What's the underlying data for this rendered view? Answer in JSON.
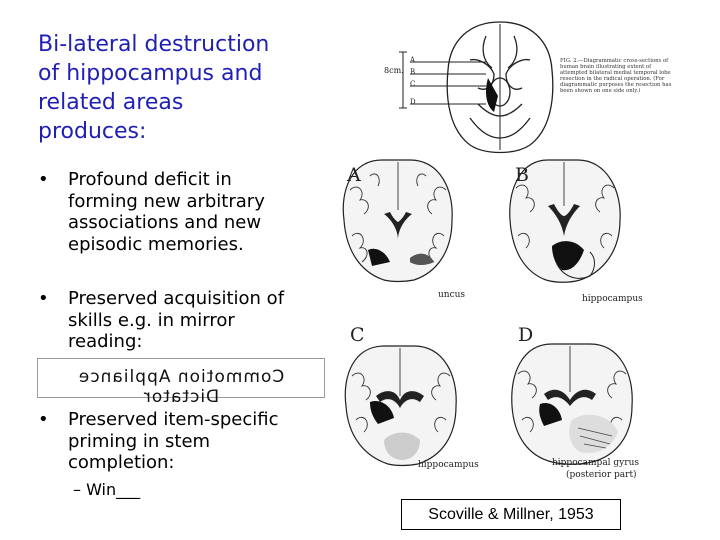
{
  "slide": {
    "title_lines": [
      "Bi-lateral destruction",
      "of hippocampus and",
      "related areas",
      "produces:"
    ],
    "bullets": [
      {
        "lines": [
          "Profound deficit in",
          "forming new arbitrary",
          "associations and new",
          "episodic memories."
        ]
      },
      {
        "lines": [
          "Preserved acquisition of",
          "skills e.g. in mirror",
          "reading:"
        ]
      },
      {
        "lines": [
          "Preserved item-specific",
          "priming in stem",
          "completion:"
        ]
      }
    ],
    "bullet_glyph": "•",
    "sub_bullet": "– Win___",
    "mirror_text": "Commotion Appliance Dictator",
    "citation": "Scoville & Millner, 1953"
  },
  "figure": {
    "caption": "FIG. 2.—Diagrammatic cross-sections of human brain illustrating extent of attempted bilateral medial temporal lobe resection in the radical operation. (For diagrammatic purposes the resection has been shown on one side only.)",
    "scale_label": "8cm.",
    "section_markers": [
      "A",
      "B",
      "C",
      "D"
    ],
    "panel_letters": [
      "A",
      "B",
      "C",
      "D"
    ],
    "panel_labels": [
      "uncus",
      "hippocampus",
      "hippocampus",
      "hippocampal gyrus",
      "(posterior part)"
    ]
  },
  "colors": {
    "title": "#1f1fb4",
    "text": "#000000"
  }
}
